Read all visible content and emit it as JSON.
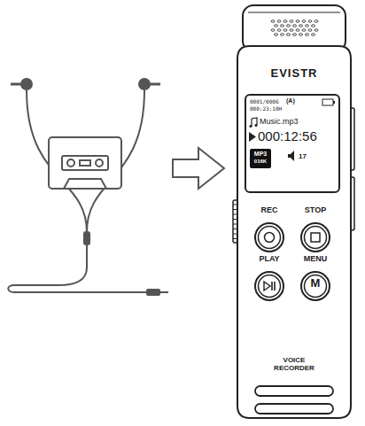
{
  "diagram": {
    "nodes": [
      {
        "text": [
          "EVISTR",
          "VOICE RECORDER"
        ]
      },
      {
        "text": [
          "0001/0006",
          "(A)",
          "000:23:10H",
          "Music.mp3",
          "000:12:56",
          "17"
        ],
        "in": 0
      },
      {
        "text": [
          "MP3",
          "016K"
        ],
        "in": 1
      },
      {
        "text": [
          "REC"
        ],
        "in": 0
      },
      {
        "text": [
          "STOP"
        ],
        "in": 0
      },
      {
        "text": [
          "PLAY"
        ],
        "in": 0
      },
      {
        "text": [
          "MENU",
          "M"
        ],
        "in": 0
      }
    ]
  }
}
